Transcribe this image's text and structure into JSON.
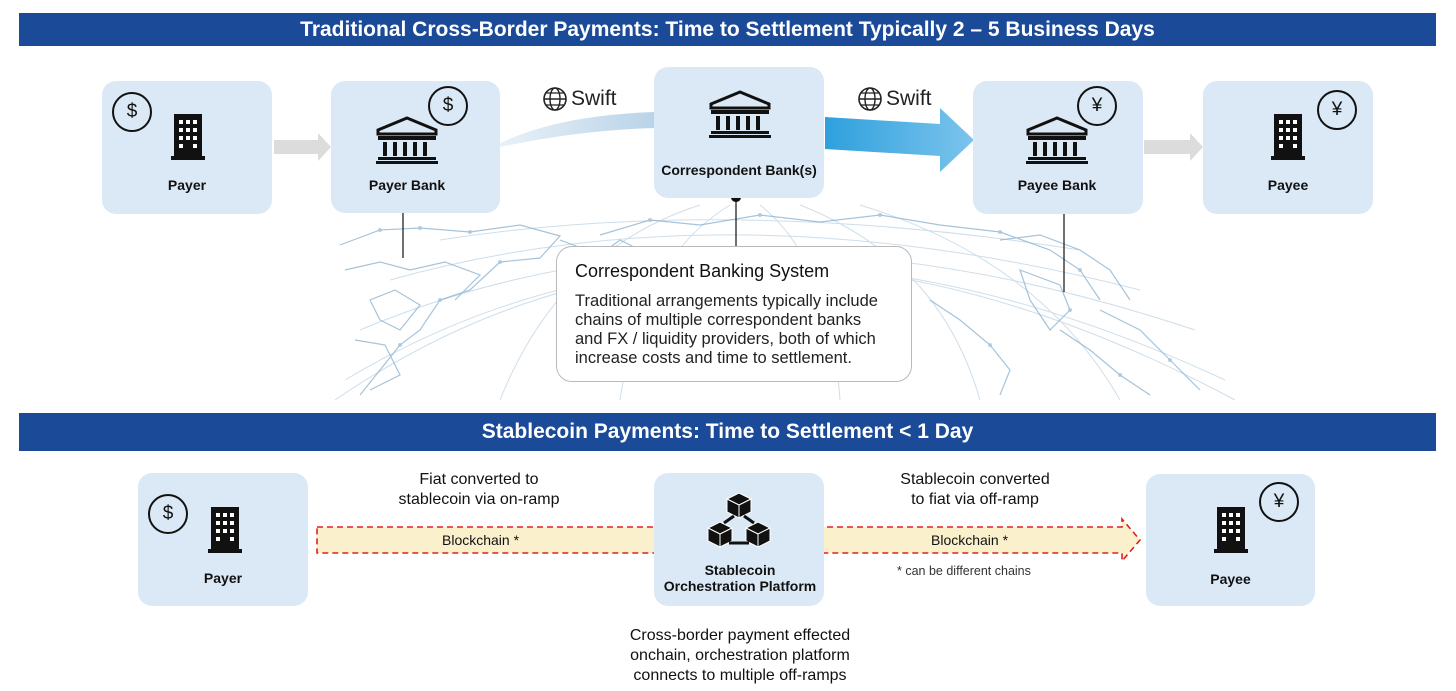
{
  "traditional": {
    "banner": "Traditional Cross-Border Payments: Time to Settlement Typically 2 – 5 Business Days",
    "swift_label": "Swift",
    "nodes": {
      "payer": {
        "label": "Payer",
        "currency": "$"
      },
      "payer_bank": {
        "label": "Payer Bank",
        "currency": "$"
      },
      "correspondent": {
        "label": "Correspondent Bank(s)"
      },
      "payee_bank": {
        "label": "Payee Bank",
        "currency": "¥"
      },
      "payee": {
        "label": "Payee",
        "currency": "¥"
      }
    },
    "callout": {
      "title": "Correspondent Banking System",
      "body": "Traditional arrangements typically include chains of multiple correspondent banks and FX / liquidity providers, both of which increase costs and time to settlement."
    }
  },
  "stablecoin": {
    "banner": "Stablecoin Payments: Time to Settlement < 1 Day",
    "nodes": {
      "payer": {
        "label": "Payer",
        "currency": "$"
      },
      "platform": {
        "label_line1": "Stablecoin",
        "label_line2": "Orchestration Platform"
      },
      "payee": {
        "label": "Payee",
        "currency": "¥"
      }
    },
    "onramp_line1": "Fiat converted to",
    "onramp_line2": "stablecoin via on-ramp",
    "offramp_line1": "Stablecoin converted",
    "offramp_line2": "to fiat via off-ramp",
    "blockchain_label": "Blockchain *",
    "footnote": "* can be different chains",
    "platform_note_line1": "Cross-border payment effected",
    "platform_note_line2": "onchain, orchestration platform",
    "platform_note_line3": "connects to multiple off-ramps"
  }
}
